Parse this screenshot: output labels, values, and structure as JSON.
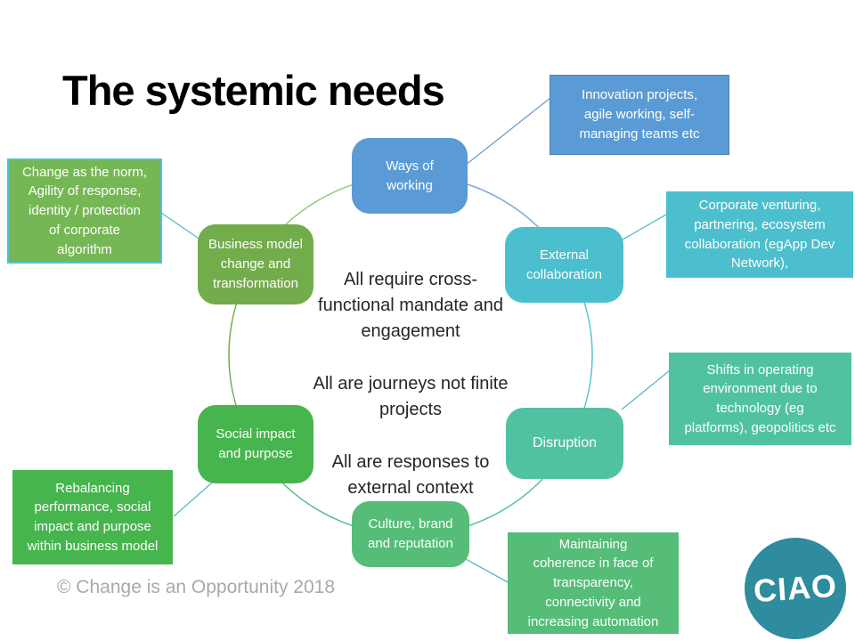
{
  "slide": {
    "title": "The systemic needs",
    "footer": "© Change is an Opportunity 2018"
  },
  "center": {
    "para1": "All require cross-\nfunctional mandate and\nengagement",
    "para2": "All are journeys not finite\nprojects",
    "para3": "All are responses to\nexternal context"
  },
  "nodes": {
    "ways": {
      "label": "Ways of\nworking",
      "color": "#5B9BD5"
    },
    "external": {
      "label": "External\ncollaboration",
      "color": "#4BBFCD"
    },
    "disruption": {
      "label": "Disruption",
      "color": "#50C2A2"
    },
    "culture": {
      "label": "Culture, brand\nand reputation",
      "color": "#55BD78"
    },
    "social": {
      "label": "Social impact\nand purpose",
      "color": "#47B54D"
    },
    "business": {
      "label": "Business model\nchange and\ntransformation",
      "color": "#73AC4B"
    }
  },
  "callouts": {
    "innovation": {
      "text": "Innovation projects,\nagile working, self-\nmanaging teams etc",
      "color": "#5B9BD5"
    },
    "corporate": {
      "text": "Corporate venturing,\npartnering, ecosystem\ncollaboration (egApp Dev\nNetwork),",
      "color": "#4BBFCD"
    },
    "shifts": {
      "text": "Shifts in operating\nenvironment due to\ntechnology (eg\nplatforms), geopolitics etc",
      "color": "#50C2A2"
    },
    "maintaining": {
      "text": "Maintaining\ncoherence in face of\ntransparency,\nconnectivity and\nincreasing automation",
      "color": "#55BD78"
    },
    "rebalancing": {
      "text": "Rebalancing\nperformance, social\nimpact and purpose\nwithin business model",
      "color": "#47B54D"
    },
    "change_norm": {
      "text": "Change as the norm,\nAgility of response,\nidentity / protection\nof corporate\nalgorithm",
      "color": "#76B755",
      "border_color": "#4FC3CF"
    }
  },
  "logo": {
    "text": "CIAO",
    "color": "#2E8C9E"
  },
  "colors": {
    "title": "#000000",
    "center_text": "#262626",
    "footer": "#A9A9A9",
    "arc_business_ways": "#9CC87E",
    "arc_ways_external": "#7FA8D9",
    "arc_external_disruption": "#55C2CD",
    "arc_disruption_culture": "#57C4A0",
    "arc_culture_social": "#58C08C",
    "arc_social_business": "#6CAE47",
    "line_ways_innovation": "#6D9ED3",
    "line_external_corporate": "#55C2CD",
    "line_disruption_shifts": "#58B9C9",
    "line_culture_maintaining": "#58B9C9",
    "line_social_rebalancing": "#58B9C9",
    "line_business_change": "#4FC3CF"
  }
}
